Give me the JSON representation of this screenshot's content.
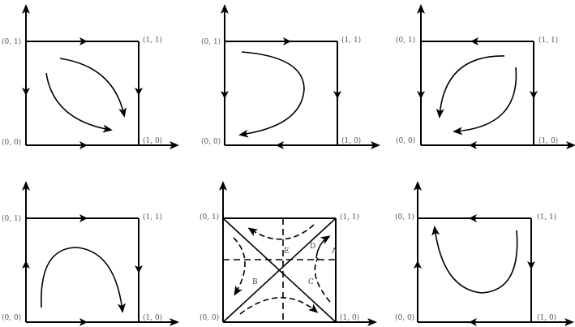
{
  "figure": {
    "description": "Six phase diagrams of evolutionary game dynamics on the unit square",
    "panels": [
      {
        "id": "p1",
        "corners": {
          "bl": "(0, 0)",
          "tl": "(0, 1)",
          "tr": "(1, 1)",
          "br": "(1, 0)"
        },
        "edges": {
          "top": "right",
          "right": "down",
          "bottom": "right",
          "left": "down"
        }
      },
      {
        "id": "p2",
        "corners": {
          "bl": "(0, 0)",
          "tl": "(0, 1)",
          "tr": "(1, 1)",
          "br": "(1, 0)"
        },
        "edges": {
          "top": "right",
          "right": "down",
          "bottom": "left",
          "left": "down"
        }
      },
      {
        "id": "p3",
        "corners": {
          "bl": "(0, 0)",
          "tl": "(0, 1)",
          "tr": "(1, 1)",
          "br": "(1, 0)"
        },
        "edges": {
          "top": "left",
          "right": "down",
          "bottom": "left",
          "left": "down"
        }
      },
      {
        "id": "p4",
        "corners": {
          "bl": "(0, 0)",
          "tl": "(0, 1)",
          "tr": "(1, 1)",
          "br": "(1, 0)"
        },
        "edges": {
          "top": "right",
          "right": "down",
          "bottom": "right",
          "left": "up"
        }
      },
      {
        "id": "p5",
        "corners": {
          "bl": "(0, 0)",
          "tl": "(0, 1)",
          "tr": "(1, 1)",
          "br": "(1, 0)"
        },
        "points": {
          "A": "A",
          "B": "B",
          "C": "C",
          "D": "D",
          "E": "E"
        }
      },
      {
        "id": "p6",
        "corners": {
          "bl": "(0, 0)",
          "tl": "(0, 1)",
          "tr": "(1, 1)",
          "br": "(1, 0)"
        },
        "edges": {
          "top": "left",
          "right": "down",
          "bottom": "left",
          "left": "up"
        }
      }
    ]
  },
  "colors": {
    "line": "#000000",
    "label": "#555555"
  }
}
